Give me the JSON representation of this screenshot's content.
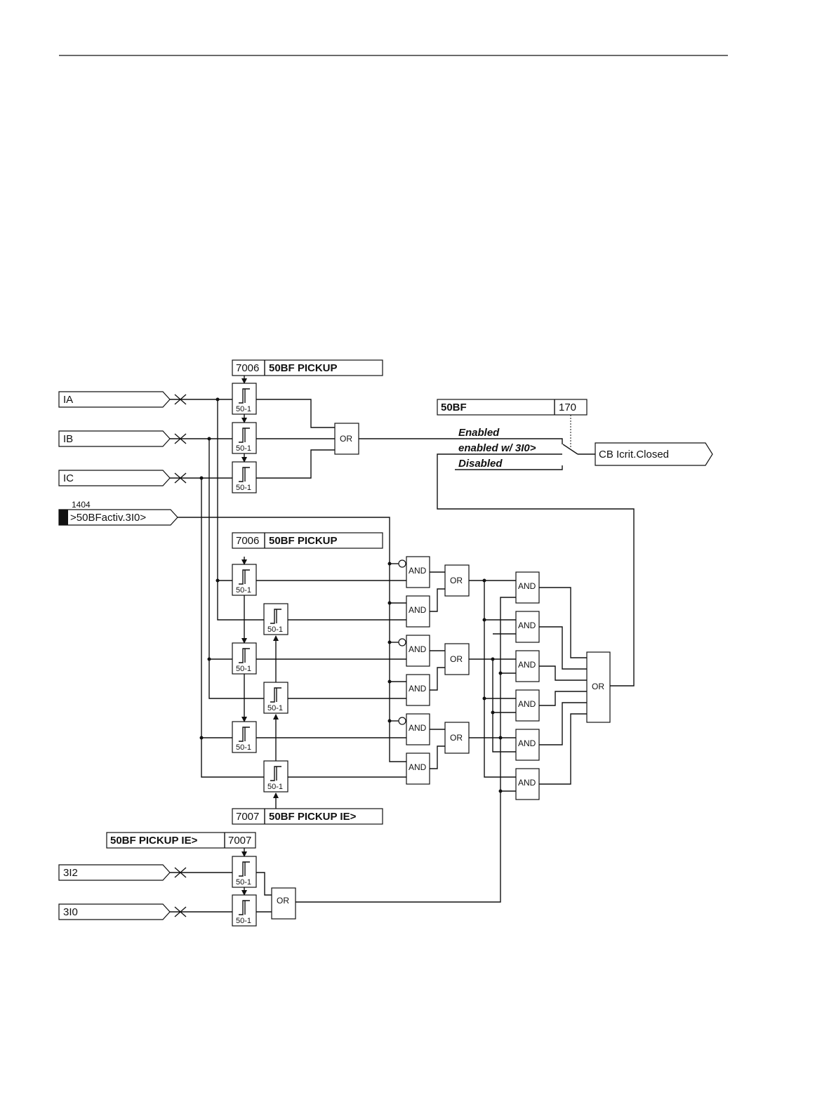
{
  "params": {
    "pickup_top": {
      "num": "7006",
      "name": "50BF PICKUP"
    },
    "pickup_mid": {
      "num": "7006",
      "name": "50BF PICKUP"
    },
    "pickup_ie_bottom": {
      "num": "7007",
      "name": "50BF PICKUP IE>"
    },
    "pickup_ie_left": {
      "num": "7007",
      "name": "50BF PICKUP IE>"
    },
    "mode": {
      "name": "50BF",
      "num": "170"
    }
  },
  "inputs": {
    "ia": "IA",
    "ib": "IB",
    "ic": "IC",
    "binary_num": "1404",
    "binary_label": ">50BFactiv.3I0>",
    "i2": "3I2",
    "i0": "3I0"
  },
  "switch_options": {
    "enabled": "Enabled",
    "enabled_3i0": "enabled w/ 3I0>",
    "disabled": "Disabled"
  },
  "output": {
    "label": "CB Icrit.Closed"
  },
  "gates": {
    "or": "OR",
    "and": "AND",
    "threshold": "50-1"
  }
}
